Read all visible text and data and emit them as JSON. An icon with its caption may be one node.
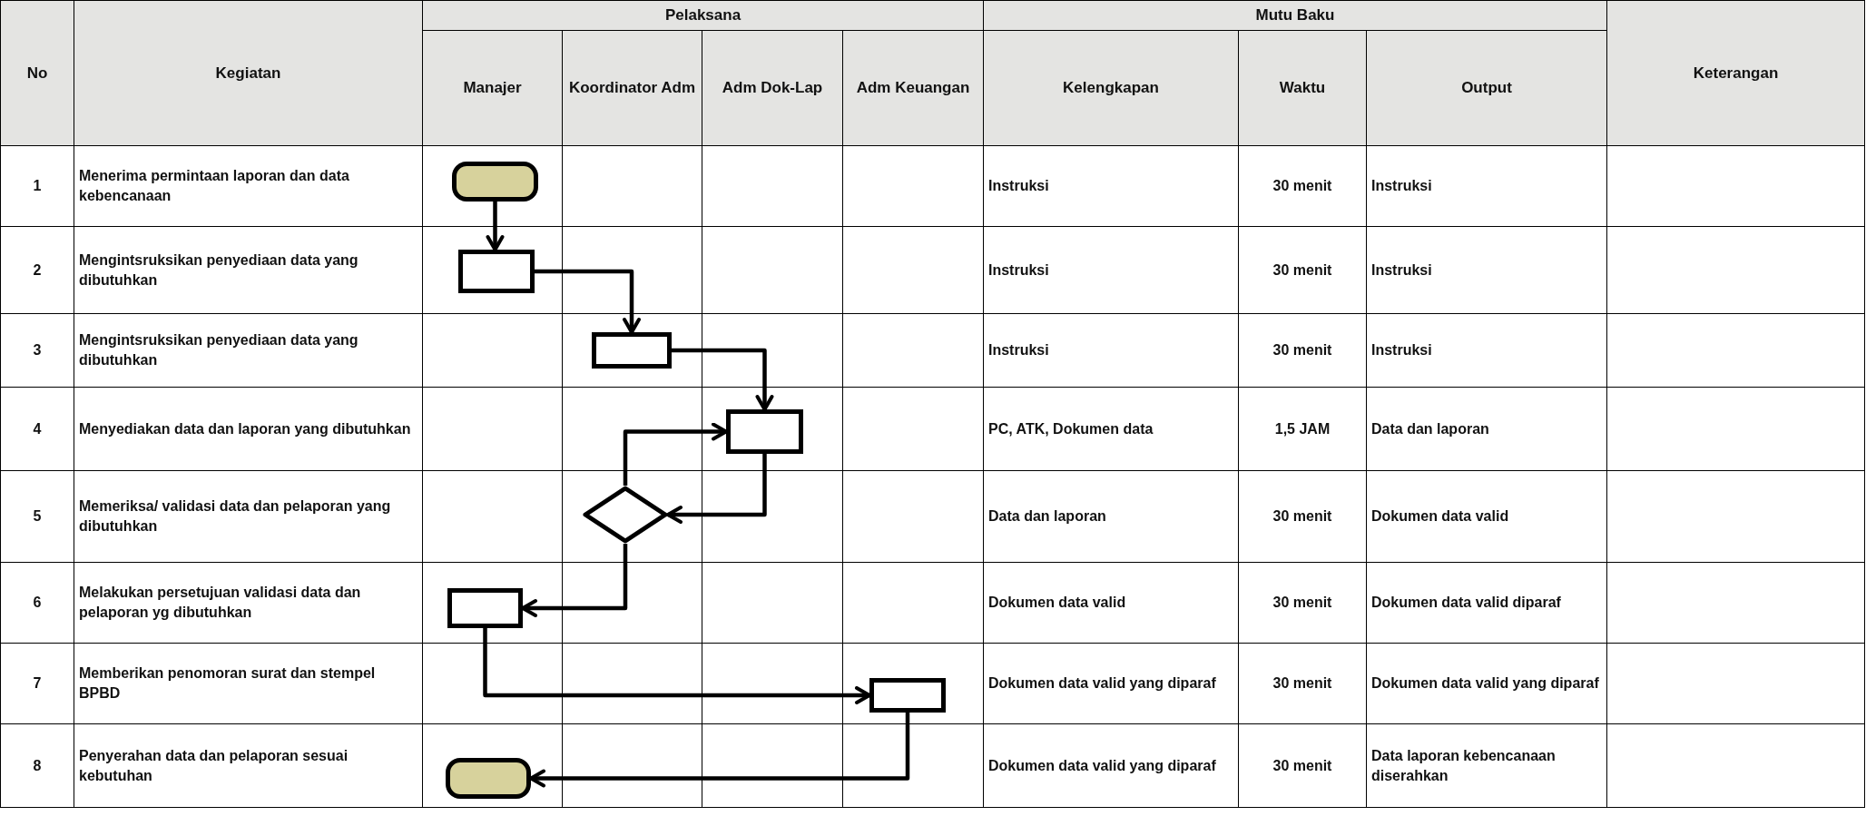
{
  "diagram": {
    "nodes": [
      {
        "text": [],
        "shape": "terminal"
      },
      {
        "text": [],
        "shape": "box"
      },
      {
        "text": [],
        "shape": "box"
      },
      {
        "text": [],
        "shape": "box"
      },
      {
        "text": [],
        "shape": "diamond"
      },
      {
        "text": [],
        "shape": "box"
      },
      {
        "text": [],
        "shape": "box"
      },
      {
        "text": [],
        "shape": "terminal"
      }
    ],
    "edges": [
      {
        "from": 0,
        "to": 1,
        "arrow": "to"
      },
      {
        "from": 1,
        "to": 2,
        "arrow": "to"
      },
      {
        "from": 2,
        "to": 3,
        "arrow": "to"
      },
      {
        "from": 3,
        "to": 4,
        "arrow": "to"
      },
      {
        "from": 4,
        "to": 3,
        "arrow": "to"
      },
      {
        "from": 4,
        "to": 5,
        "arrow": "to"
      },
      {
        "from": 5,
        "to": 6,
        "arrow": "to"
      },
      {
        "from": 6,
        "to": 7,
        "arrow": "to"
      }
    ],
    "labels": [
      "No",
      "Kegiatan",
      "Pelaksana",
      "Mutu Baku",
      "Keterangan",
      "Manajer",
      "Koordinator Adm",
      "Adm Dok-Lap",
      "Adm Keuangan",
      "Kelengkapan",
      "Waktu",
      "Output",
      "1",
      "Menerima permintaan laporan dan data kebencanaan",
      "Instruksi",
      "30 menit",
      "Instruksi",
      "2",
      "Mengintsruksikan penyediaan data yang dibutuhkan",
      "Instruksi",
      "30 menit",
      "Instruksi",
      "3",
      "Mengintsruksikan penyediaan data yang dibutuhkan",
      "Instruksi",
      "30 menit",
      "Instruksi",
      "4",
      "Menyediakan data dan laporan yang dibutuhkan",
      "PC, ATK, Dokumen data",
      "1,5 JAM",
      "Data dan laporan",
      "5",
      "Memeriksa/ validasi data dan pelaporan yang dibutuhkan",
      "Data dan laporan",
      "30 menit",
      "Dokumen data valid",
      "6",
      "Melakukan persetujuan validasi data dan pelaporan yg dibutuhkan",
      "Dokumen data valid",
      "30 menit",
      "Dokumen data valid diparaf",
      "7",
      "Memberikan penomoran surat dan stempel BPBD",
      "Dokumen data valid  yang diparaf",
      "30 menit",
      "Dokumen data valid yang diparaf",
      "8",
      "Penyerahan data dan pelaporan sesuai kebutuhan",
      "Dokumen data valid yang diparaf",
      "30 menit",
      "Data laporan kebencanaan diserahkan"
    ]
  }
}
